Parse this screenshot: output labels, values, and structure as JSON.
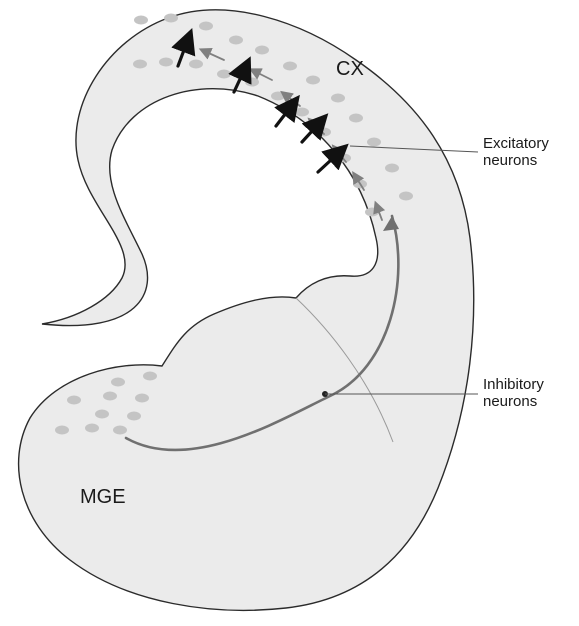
{
  "diagram": {
    "labels": {
      "cx": "CX",
      "mge": "MGE",
      "excitatory_line1": "Excitatory",
      "excitatory_line2": "neurons",
      "inhibitory_line1": "Inhibitory",
      "inhibitory_line2": "neurons"
    },
    "colors": {
      "tissue_fill": "#ebebeb",
      "tissue_outline": "#2b2b2b",
      "cell_dots": "#c4c4c4",
      "excitatory_arrow": "#111111",
      "inhibitory_path": "#707070",
      "guide_line": "#9a9a9a"
    }
  }
}
